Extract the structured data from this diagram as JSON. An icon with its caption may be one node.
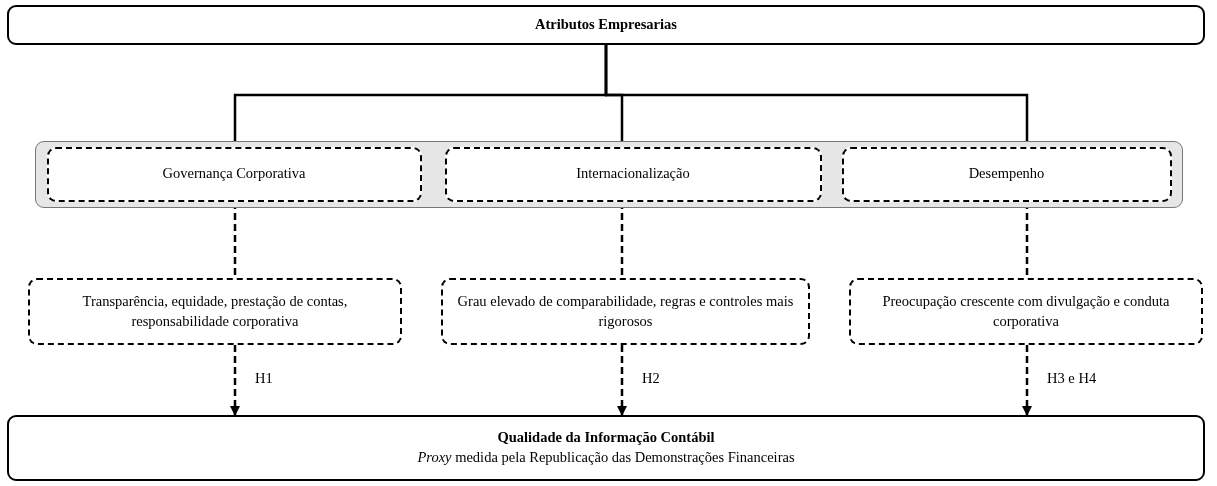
{
  "diagram": {
    "nodes": [
      {
        "text": [
          "Atributos Empresarias"
        ]
      },
      {
        "text": [],
        "shape": "box"
      },
      {
        "text": [
          "Governança Corporativa"
        ],
        "in": 1
      },
      {
        "text": [
          "Internacionalização"
        ],
        "in": 1
      },
      {
        "text": [
          "Desempenho"
        ],
        "in": 1
      },
      {
        "text": [
          "Transparência, equidade, prestação de contas, responsabilidade corporativa"
        ]
      },
      {
        "text": [
          "Grau elevado de comparabilidade, regras e controles mais rigorosos"
        ]
      },
      {
        "text": [
          "Preocupação crescente com divulgação e conduta corporativa"
        ]
      },
      {
        "text": [
          "Qualidade da Informação Contábil",
          "*Proxy* medida pela Republicação das Demonstrações Financeiras"
        ]
      }
    ],
    "edges": [
      {
        "from": 0,
        "to": 2,
        "arrow": "none"
      },
      {
        "from": 0,
        "to": 3,
        "arrow": "none"
      },
      {
        "from": 0,
        "to": 4,
        "arrow": "none"
      },
      {
        "from": 2,
        "to": 5,
        "arrow": "none",
        "style": "dashed"
      },
      {
        "from": 3,
        "to": 6,
        "arrow": "none",
        "style": "dashed"
      },
      {
        "from": 4,
        "to": 7,
        "arrow": "none",
        "style": "dashed"
      },
      {
        "from": 5,
        "to": 8,
        "arrow": "to",
        "style": "dashed",
        "label": "H1"
      },
      {
        "from": 6,
        "to": 8,
        "arrow": "to",
        "style": "dashed",
        "label": "H2"
      },
      {
        "from": 7,
        "to": 8,
        "arrow": "to",
        "style": "dashed",
        "label": "H3 e H4"
      }
    ]
  }
}
